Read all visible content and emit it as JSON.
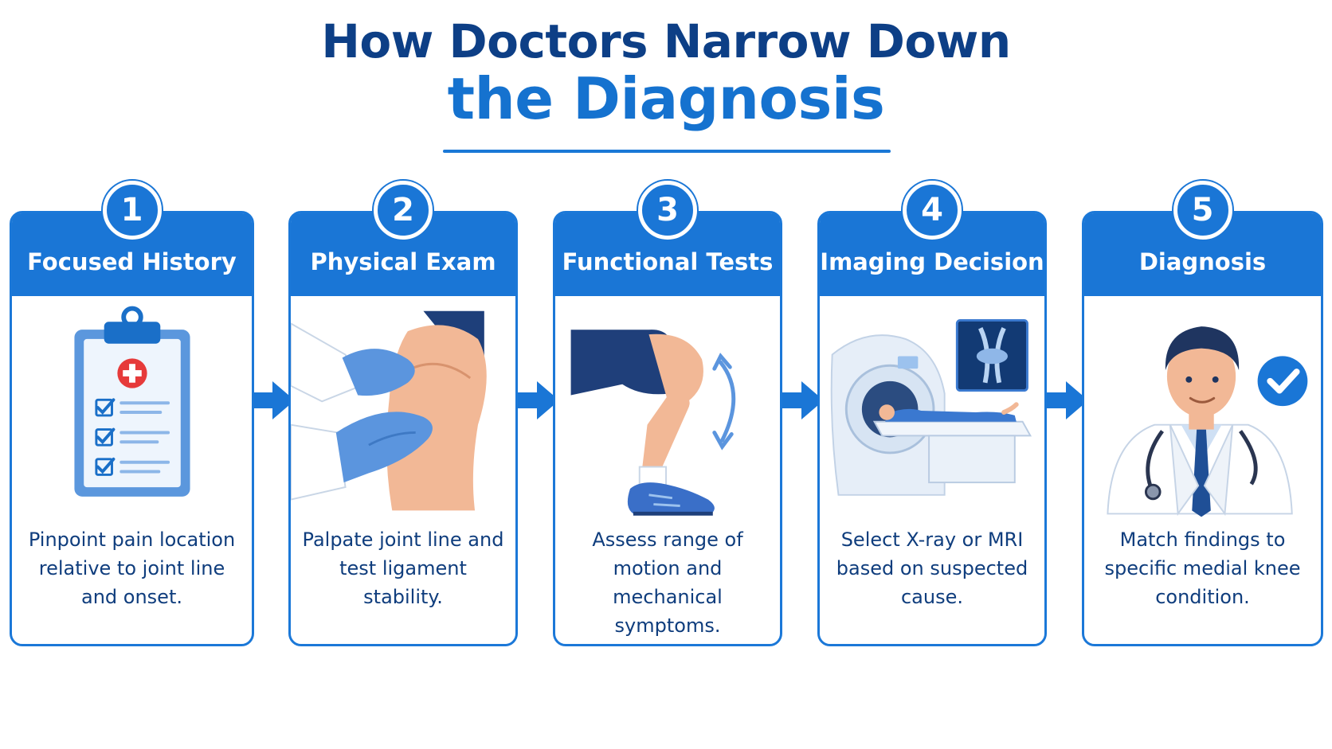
{
  "title": {
    "line1": "How Doctors Narrow Down",
    "line2": "the Diagnosis"
  },
  "steps": [
    {
      "number": "1",
      "title": "Focused History",
      "description": "Pinpoint pain location relative to joint line and onset.",
      "icon": "clipboard-checklist-icon"
    },
    {
      "number": "2",
      "title": "Physical Exam",
      "description": "Palpate joint line and test ligament stability.",
      "icon": "gloved-hands-knee-icon"
    },
    {
      "number": "3",
      "title": "Functional Tests",
      "description": "Assess range of motion and mechanical symptoms.",
      "icon": "bending-leg-icon"
    },
    {
      "number": "4",
      "title": "Imaging Decision",
      "description": "Select X-ray or MRI based on suspected cause.",
      "icon": "mri-scanner-icon"
    },
    {
      "number": "5",
      "title": "Diagnosis",
      "description": "Match findings to specific medial knee condition.",
      "icon": "doctor-checkmark-icon"
    }
  ],
  "colors": {
    "primary": "#1a76d6",
    "title_dark": "#0d3f86",
    "text": "#0f3d7d"
  }
}
